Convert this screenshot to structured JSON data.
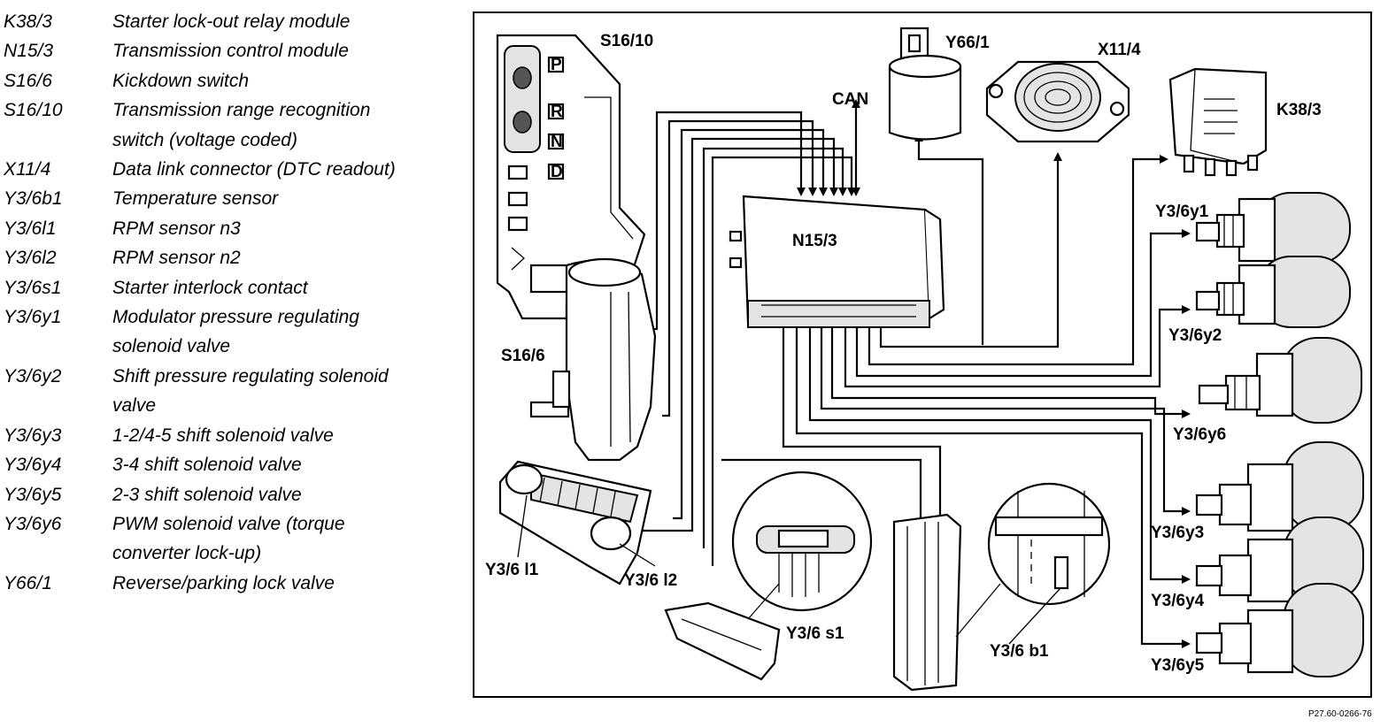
{
  "legend": [
    {
      "code": "K38/3",
      "lines": [
        "Starter lock-out relay module"
      ]
    },
    {
      "code": "N15/3",
      "lines": [
        "Transmission control module"
      ]
    },
    {
      "code": "S16/6",
      "lines": [
        "Kickdown switch"
      ]
    },
    {
      "code": "S16/10",
      "lines": [
        "Transmission range recognition",
        "switch (voltage coded)"
      ]
    },
    {
      "code": "X11/4",
      "lines": [
        "Data link connector (DTC readout)"
      ]
    },
    {
      "code": "Y3/6b1",
      "lines": [
        "Temperature sensor"
      ]
    },
    {
      "code": "Y3/6l1",
      "lines": [
        "RPM sensor n3"
      ]
    },
    {
      "code": "Y3/6l2",
      "lines": [
        "RPM sensor n2"
      ]
    },
    {
      "code": "Y3/6s1",
      "lines": [
        "Starter interlock contact"
      ]
    },
    {
      "code": "Y3/6y1",
      "lines": [
        "Modulator pressure regulating",
        "solenoid valve"
      ]
    },
    {
      "code": "Y3/6y2",
      "lines": [
        "Shift pressure regulating solenoid",
        "valve"
      ]
    },
    {
      "code": "Y3/6y3",
      "lines": [
        "1-2/4-5 shift solenoid valve"
      ]
    },
    {
      "code": "Y3/6y4",
      "lines": [
        "3-4 shift solenoid valve"
      ]
    },
    {
      "code": "Y3/6y5",
      "lines": [
        "2-3 shift solenoid valve"
      ]
    },
    {
      "code": "Y3/6y6",
      "lines": [
        "PWM solenoid valve (torque",
        "converter lock-up)"
      ]
    },
    {
      "code": "Y66/1",
      "lines": [
        "Reverse/parking lock valve"
      ]
    }
  ],
  "diagram": {
    "labels": {
      "s16_10": "S16/10",
      "y66_1": "Y66/1",
      "x11_4": "X11/4",
      "can": "CAN",
      "k38_3": "K38/3",
      "n15_3": "N15/3",
      "y3_6y1": "Y3/6y1",
      "y3_6y2": "Y3/6y2",
      "s16_6": "S16/6",
      "y3_6y6": "Y3/6y6",
      "y3_6y3": "Y3/6y3",
      "y3_6y4": "Y3/6y4",
      "y3_6y5": "Y3/6y5",
      "y3_6l1": "Y3/6 l1",
      "y3_6l2": "Y3/6 l2",
      "y3_6s1": "Y3/6 s1",
      "y3_6b1": "Y3/6 b1"
    },
    "selector_letters": [
      "P",
      "R",
      "N",
      "D"
    ],
    "figure_code": "P27.60-0266-76"
  }
}
